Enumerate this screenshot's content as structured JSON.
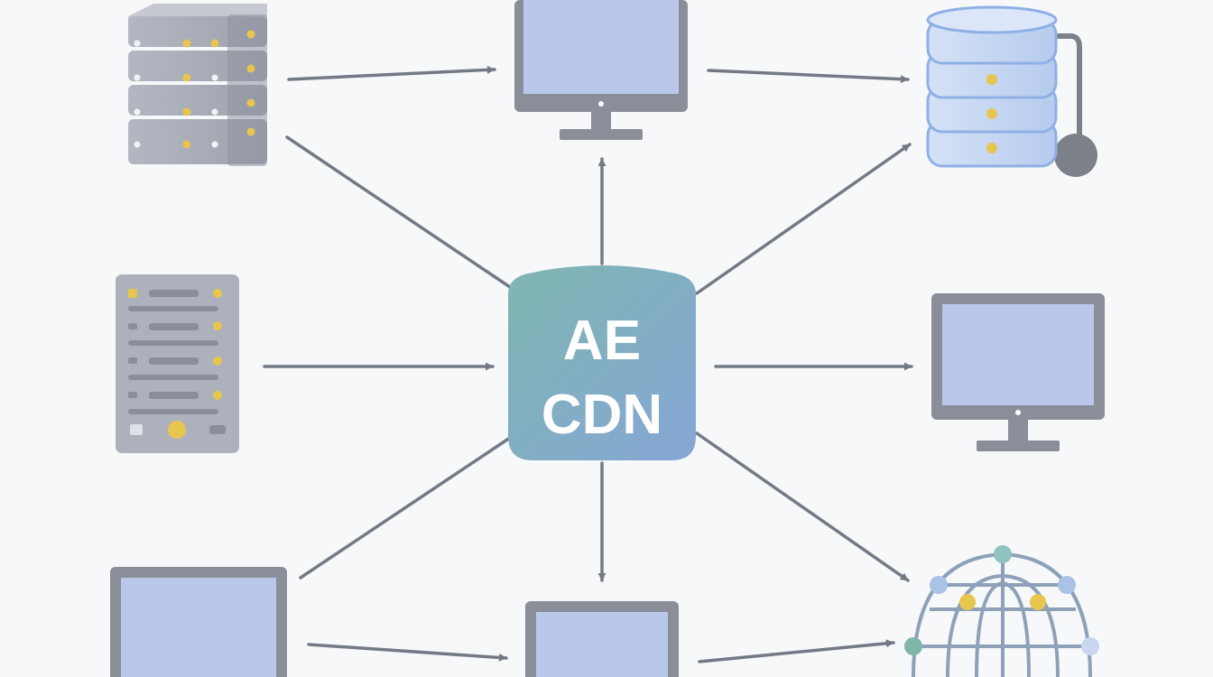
{
  "hub": {
    "line1": "AE",
    "line2": "CDN",
    "gradient_from": "#7fb6b0",
    "gradient_to": "#86a6d6"
  },
  "colors": {
    "arrow": "#737a86",
    "screen": "#b9c8ea",
    "bezel": "#8a8e98",
    "server_body": "#a9adb7",
    "server_light": "#e6c64e",
    "db_blue": "#9bb7e6",
    "globe_line": "#8ea1b8"
  },
  "nodes": [
    {
      "id": "server-rack-top-left",
      "icon": "server-rack-icon"
    },
    {
      "id": "monitor-top-center",
      "icon": "monitor-icon"
    },
    {
      "id": "database-top-right",
      "icon": "database-icon"
    },
    {
      "id": "server-panel-mid-left",
      "icon": "server-panel-icon"
    },
    {
      "id": "monitor-mid-right",
      "icon": "monitor-icon"
    },
    {
      "id": "monitor-bottom-left",
      "icon": "monitor-icon"
    },
    {
      "id": "monitor-bottom-center",
      "icon": "monitor-icon"
    },
    {
      "id": "globe-network-bottom-right",
      "icon": "globe-network-icon"
    }
  ]
}
